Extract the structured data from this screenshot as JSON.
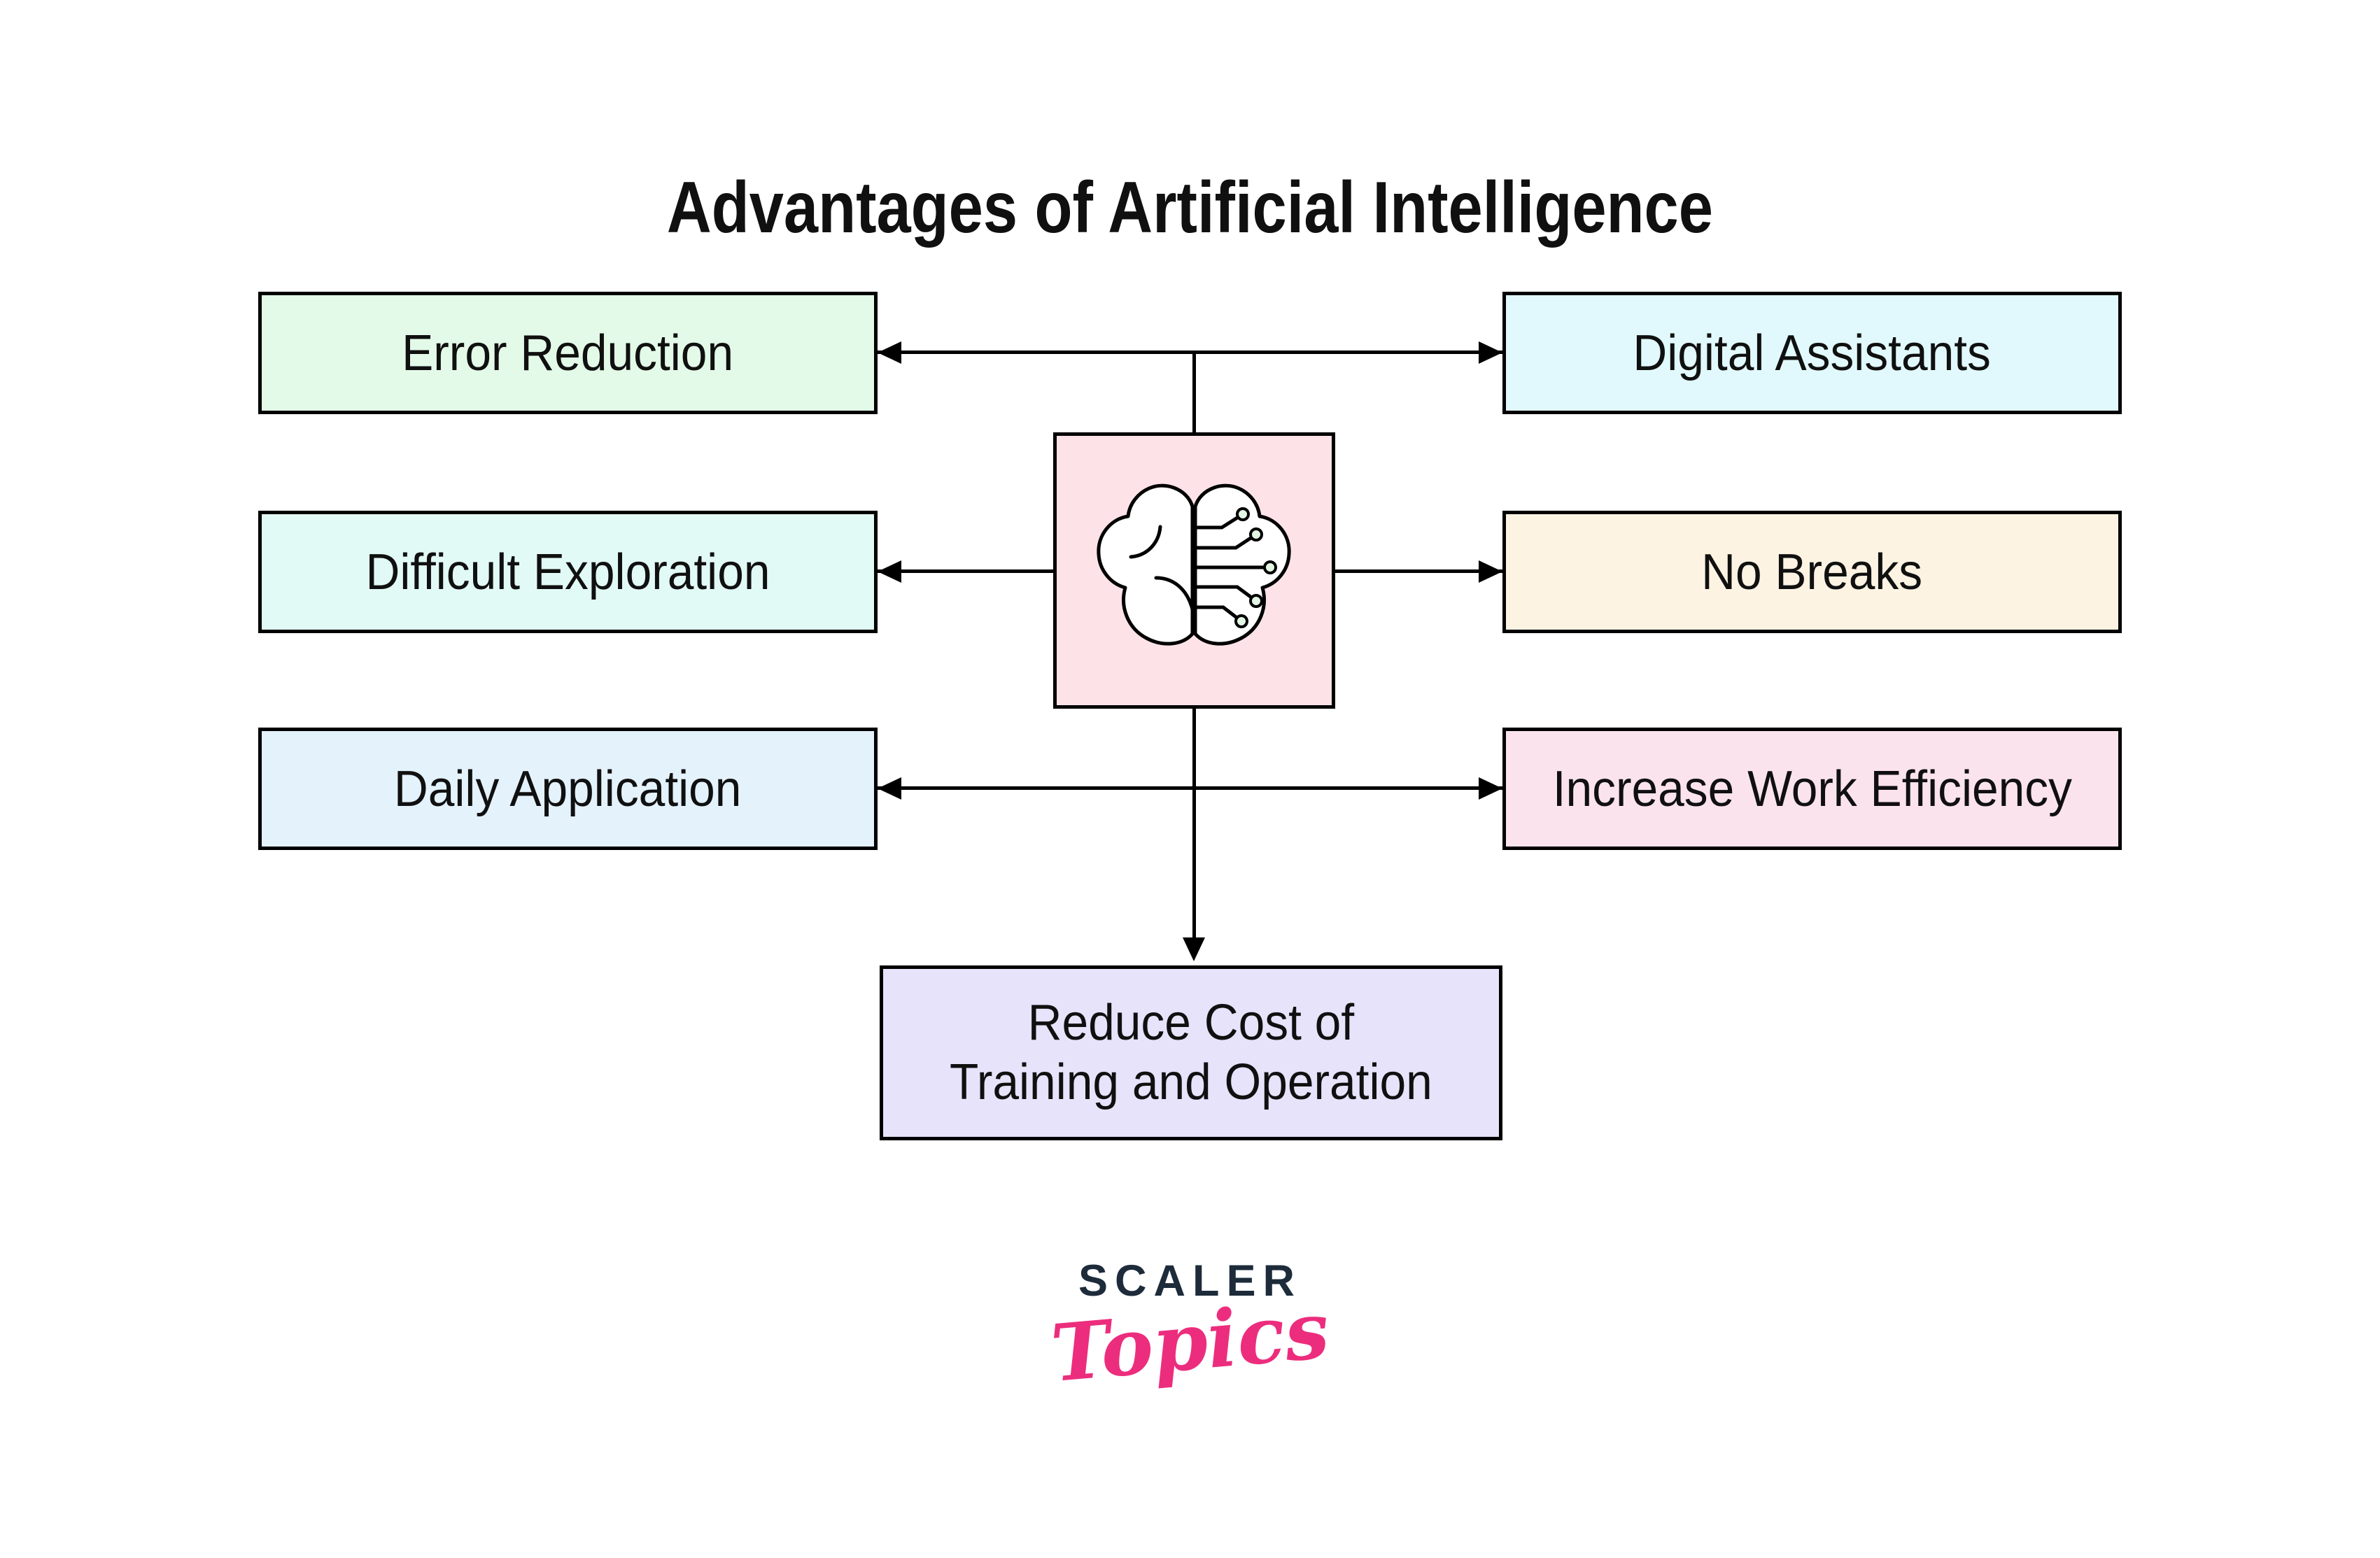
{
  "title": "Advantages of Artificial Intelligence",
  "nodes": {
    "left": [
      {
        "label": "Error Reduction",
        "fill": "#e3fae8"
      },
      {
        "label": "Difficult Exploration",
        "fill": "#e2faf5"
      },
      {
        "label": "Daily Application",
        "fill": "#e4f2fc"
      }
    ],
    "right": [
      {
        "label": "Digital Assistants",
        "fill": "#e1f9fc"
      },
      {
        "label": "No Breaks",
        "fill": "#fcf3e3"
      },
      {
        "label": "Increase Work Efficiency",
        "fill": "#fbe3ee"
      }
    ],
    "center": {
      "icon": "ai-brain-icon",
      "fill": "#fde3e7"
    },
    "bottom": {
      "line1": "Reduce Cost of",
      "line2": "Training and Operation",
      "fill": "#e6e3fb"
    }
  },
  "edges": [
    {
      "between": [
        "Error Reduction",
        "Digital Assistants"
      ],
      "style": "double-arrow",
      "via": "ai-core"
    },
    {
      "between": [
        "ai-core",
        "Difficult Exploration"
      ],
      "style": "arrow"
    },
    {
      "between": [
        "ai-core",
        "No Breaks"
      ],
      "style": "arrow"
    },
    {
      "between": [
        "Daily Application",
        "Increase Work Efficiency"
      ],
      "style": "double-arrow",
      "via": "ai-core"
    },
    {
      "between": [
        "ai-core",
        "Reduce Cost of Training and Operation"
      ],
      "style": "arrow"
    }
  ],
  "logo": {
    "brand": "SCALER",
    "product": "Topics",
    "brand_color": "#1d2b3a",
    "product_color": "#ec2d7d"
  },
  "style": {
    "background": "#ffffff",
    "border_color": "#000000",
    "arrow_color": "#000000",
    "text_color": "#101010",
    "circuit_node_fill": "#e2f7e4"
  }
}
